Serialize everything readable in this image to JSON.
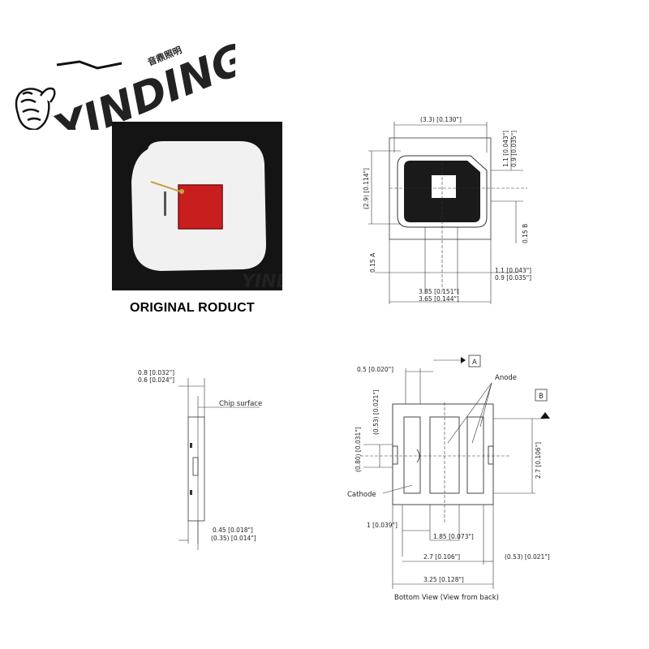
{
  "brand": {
    "name": "YINDING",
    "tagline": "音鼎照明",
    "watermark": "YINDING"
  },
  "photo": {
    "caption": "ORIGINAL RODUCT"
  },
  "top_view": {
    "width_dim": "(3.3) [0.130\"]",
    "height_dim": "(2.9) [0.114\"]",
    "right_top_dim_a": "1.1 [0.043\"]",
    "right_top_dim_b": "0.9 [0.035\"]",
    "tol_b": "0.15 B",
    "tol_a": "0.15 A",
    "right_bottom_dim_a": "1.1 [0.043\"]",
    "right_bottom_dim_b": "0.9 [0.035\"]",
    "bottom_dim_a": "3.85 [0.151\"]",
    "bottom_dim_b": "3.65 [0.144\"]"
  },
  "side_view": {
    "thick_dim_a": "0.8 [0.032\"]",
    "thick_dim_b": "0.6 [0.024\"]",
    "chip_surface": "Chip surface",
    "bottom_dim_a": "0.45 [0.018\"]",
    "bottom_dim_b": "(0.35) [0.014\"]"
  },
  "bottom_view": {
    "marker_a": "A",
    "marker_b": "B",
    "dim_top": "0.5 [0.020\"]",
    "anode": "Anode",
    "dim_053_v": "(0.53) [0.021\"]",
    "dim_080": "(0.80) [0.031\"]",
    "dim_27_v": "2.7 [0.106\"]",
    "cathode": "Cathode",
    "dim_1": "1 [0.039\"]",
    "dim_185": "1.85 [0.073\"]",
    "dim_27_h": "2.7 [0.106\"]",
    "dim_053_h": "(0.53) [0.021\"]",
    "dim_325": "3.25 [0.128\"]",
    "caption": "Bottom View (View from back)"
  },
  "colors": {
    "die": "#c81e1e",
    "package": "#151515",
    "lens": "#f2f2f2",
    "line": "#333333"
  }
}
